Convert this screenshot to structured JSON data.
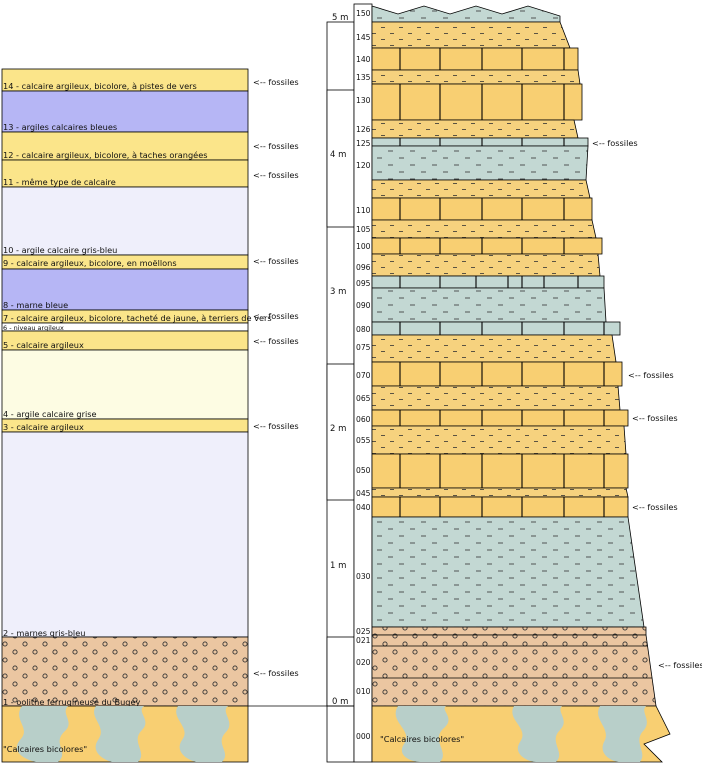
{
  "units": [
    {
      "text": "14 - calcaire argileux, bicolore, à pistes de vers",
      "kind": "yellow",
      "fossils": true
    },
    {
      "text": "13 - argiles calcaires bleues",
      "kind": "blue"
    },
    {
      "text": "12 - calcaire argileux, bicolore, à taches orangées",
      "kind": "yellow",
      "fossils": true
    },
    {
      "text": "11 - même type de calcaire",
      "kind": "yellow",
      "fossils": true
    },
    {
      "text": "10 - argile calcaire gris-bleu",
      "kind": "lav"
    },
    {
      "text": "9 - calcaire argileux, bicolore, en moëllons",
      "kind": "yellow",
      "fossils": true
    },
    {
      "text": "8 - marne bleue",
      "kind": "blue"
    },
    {
      "text": "7 - calcaire argileux, bicolore, tacheté de jaune, à terriers de vers",
      "kind": "yellow",
      "fossils": true
    },
    {
      "text": "6 - niveau argileux",
      "kind": "white"
    },
    {
      "text": "5 - calcaire argileux",
      "kind": "yellow",
      "fossils": true
    },
    {
      "text": "4 - argile calcaire grise",
      "kind": "cream"
    },
    {
      "text": "3 - calcaire argileux",
      "kind": "yellow",
      "fossils": true
    },
    {
      "text": "2 - marnes gris-bleu",
      "kind": "lav"
    },
    {
      "text": "1 - oolithe ferrugineuse du Bugey",
      "kind": "oolite",
      "fossils": true
    }
  ],
  "base_left_label": "\"Calcaires bicolores\"",
  "base_right_label": "\"Calcaires bicolores\"",
  "fossil_label": "<-- fossiles",
  "meters": [
    "5 m",
    "4 m",
    "3 m",
    "2 m",
    "1 m",
    "0 m"
  ],
  "samples": [
    "150",
    "145",
    "140",
    "135",
    "130",
    "126",
    "125",
    "120",
    "110",
    "105",
    "100",
    "096",
    "095",
    "090",
    "080",
    "075",
    "070",
    "065",
    "060",
    "055",
    "050",
    "045",
    "040",
    "030",
    "025",
    "021",
    "020",
    "010",
    "000"
  ],
  "colors": {
    "yellow": "#fbe58a",
    "blue": "#b6b6f5",
    "lavender": "#efeffb",
    "cream": "#fdfce3",
    "limestone": "#f8cf72",
    "sandy": "#f6d27e",
    "marl": "#c3d8d3",
    "oolite": "#ebc6a1",
    "outline": "#000000"
  }
}
